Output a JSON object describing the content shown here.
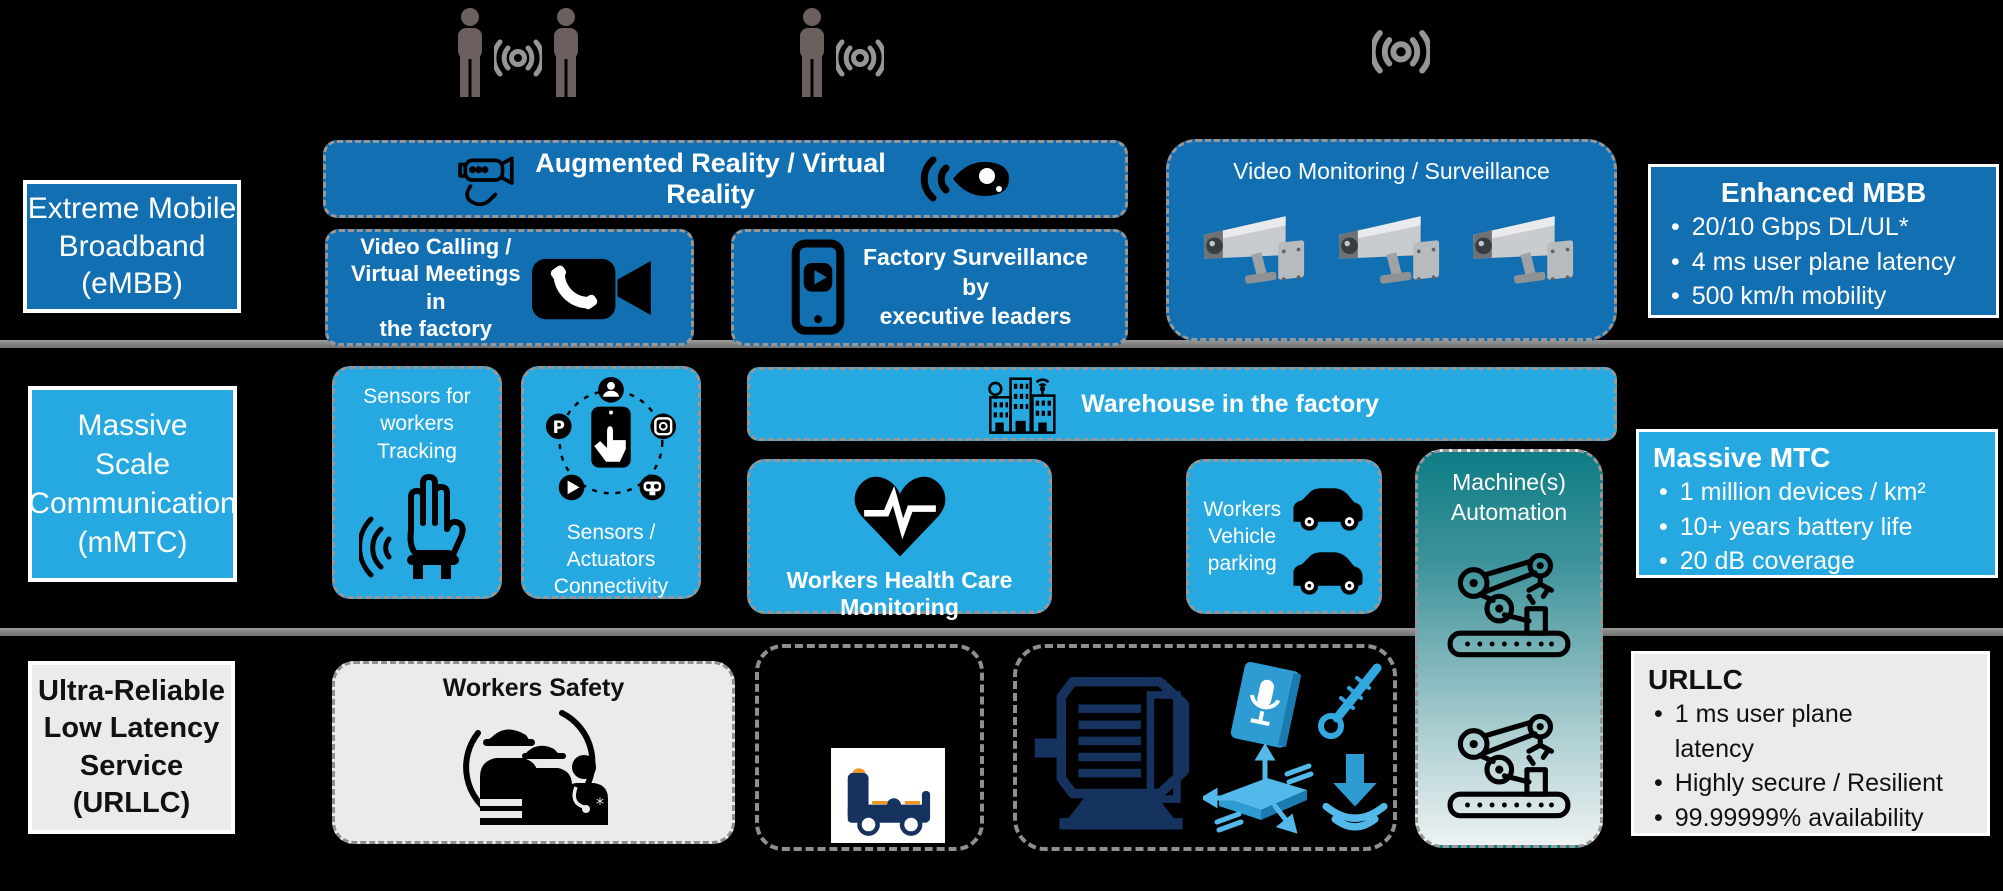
{
  "colors": {
    "embb_blue": "#1270B2",
    "mmtc_cyan": "#25A9E0",
    "automation_teal": "#0E7D86",
    "panel_gray": "#EBEBEB",
    "divider_gray": "#7E7E7E",
    "icon_navy": "#16335F",
    "icon_blue": "#2E9BD2",
    "icon_orange": "#F7941D"
  },
  "embb": {
    "label": "Extreme  Mobile\nBroadband\n(eMBB)",
    "boxes": {
      "ar_vr": {
        "title": "Augmented Reality / Virtual Reality"
      },
      "video_calling": {
        "title": "Video Calling  /\nVirtual Meetings in\nthe factory"
      },
      "factory_surveillance": {
        "title": "Factory Surveillance by\nexecutive leaders"
      },
      "video_monitoring": {
        "title": "Video  Monitoring / Surveillance"
      }
    },
    "requirements": {
      "title": "Enhanced MBB",
      "bullets": [
        "20/10 Gbps DL/UL*",
        "4 ms user plane  latency",
        "500 km/h mobility"
      ]
    }
  },
  "mmtc": {
    "label": "Massive\nScale\nCommunication\n(mMTC)",
    "boxes": {
      "sensors_tracking": {
        "title": "Sensors for\nworkers\nTracking"
      },
      "sensors_actuators": {
        "title": "Sensors /\nActuators\nConnectivity"
      },
      "warehouse": {
        "title": "Warehouse in the factory"
      },
      "health_care": {
        "title": "Workers Health Care Monitoring"
      },
      "vehicle_parking": {
        "title": "Workers\nVehicle\nparking"
      },
      "machine_automation": {
        "title": "Machine(s)\nAutomation"
      }
    },
    "requirements": {
      "title": "Massive MTC",
      "bullets": [
        "1 million devices / km²",
        "10+ years battery life",
        "20 dB coverage"
      ]
    }
  },
  "urllc": {
    "label": "Ultra-Reliable\nLow Latency\nService\n(URLLC)",
    "boxes": {
      "workers_safety": {
        "title": "Workers Safety"
      }
    },
    "requirements": {
      "title": "URLLC",
      "bullets": [
        "1 ms user plane latency",
        "Highly secure / Resilient",
        "99.99999% availability"
      ]
    }
  }
}
